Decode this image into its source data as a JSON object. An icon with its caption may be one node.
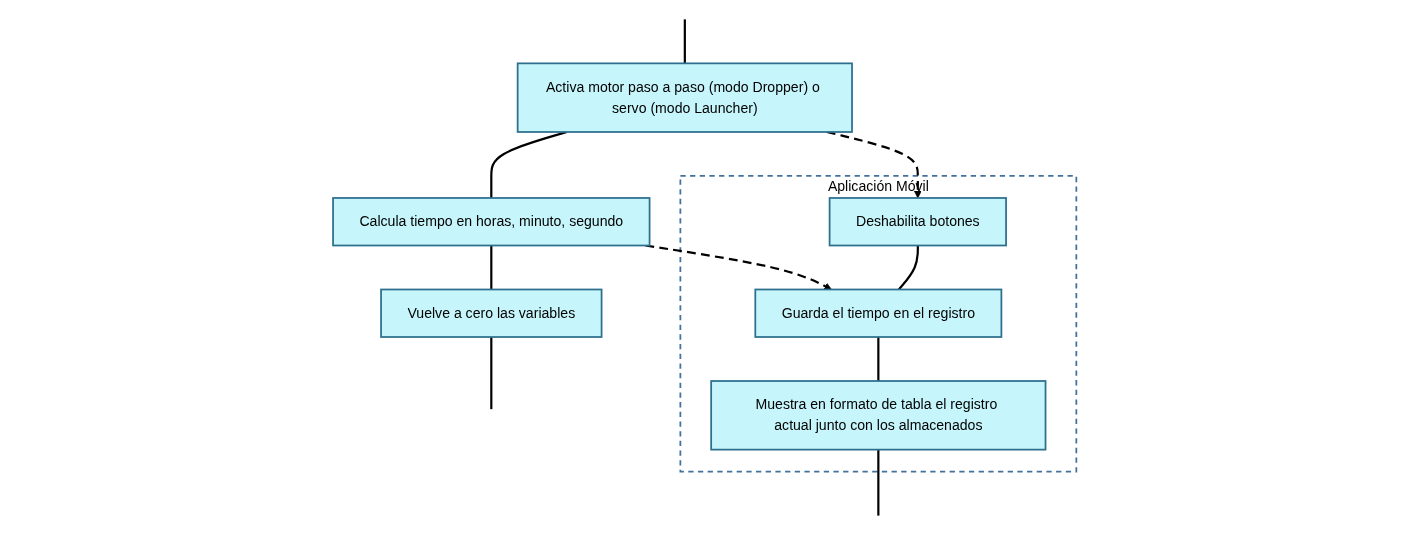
{
  "diagram": {
    "nodes": [
      {
        "text": [
          "Activa motor paso a paso (modo Dropper) o servo (modo Launcher)"
        ]
      },
      {
        "text": [
          "Calcula tiempo en horas, minuto, segundo"
        ]
      },
      {
        "text": [
          "Vuelve a cero las variables"
        ]
      },
      {
        "text": [
          "Aplicación Móvil"
        ]
      },
      {
        "text": [
          "Deshabilita botones"
        ],
        "in": 3
      },
      {
        "text": [
          "Guarda el tiempo en el registro"
        ],
        "in": 3
      },
      {
        "text": [
          "Muestra en formato de tabla el registro actual junto con los almacenados"
        ],
        "in": 3
      }
    ],
    "edges": [
      {
        "from": null,
        "to": 0,
        "arrow": "none"
      },
      {
        "from": 0,
        "to": 1,
        "arrow": "none"
      },
      {
        "from": 1,
        "to": 2,
        "arrow": "none"
      },
      {
        "from": 2,
        "to": null,
        "arrow": "none"
      },
      {
        "from": 0,
        "to": 4,
        "arrow": "to",
        "style": "dashed"
      },
      {
        "from": 1,
        "to": 5,
        "arrow": "to",
        "style": "dashed"
      },
      {
        "from": 4,
        "to": 5,
        "arrow": "none"
      },
      {
        "from": 5,
        "to": 6,
        "arrow": "none"
      },
      {
        "from": 6,
        "to": null,
        "arrow": "none"
      }
    ]
  }
}
